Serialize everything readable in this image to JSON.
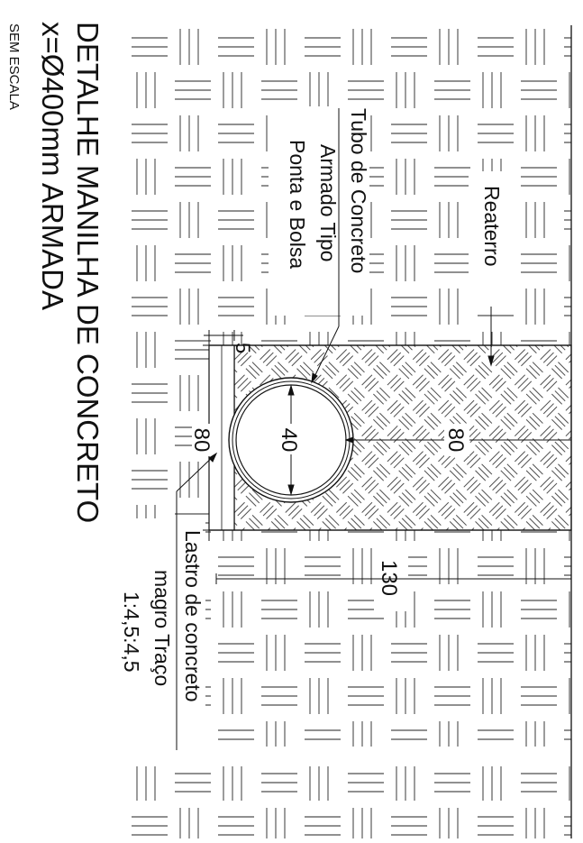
{
  "title": {
    "line1": "DETALHE  MANILHA DE CONCRETO",
    "line2": "x=Ø400mm ARMADA",
    "scale": "SEM ESCALA"
  },
  "labels": {
    "pipe": [
      "Tubo de Concreto",
      "Armado Tipo",
      "Ponta e Bolsa"
    ],
    "backfill": "Reaterro",
    "base": [
      "Lastro de concreto",
      "magro Traço",
      "1:4,5:4,5"
    ]
  },
  "dimensions": {
    "pipe_diameter": "40",
    "trench_width": "80",
    "trench_height": "80",
    "base_thickness": "5",
    "excavation_width": "130"
  },
  "colors": {
    "line": "#111111",
    "background": "#ffffff"
  }
}
